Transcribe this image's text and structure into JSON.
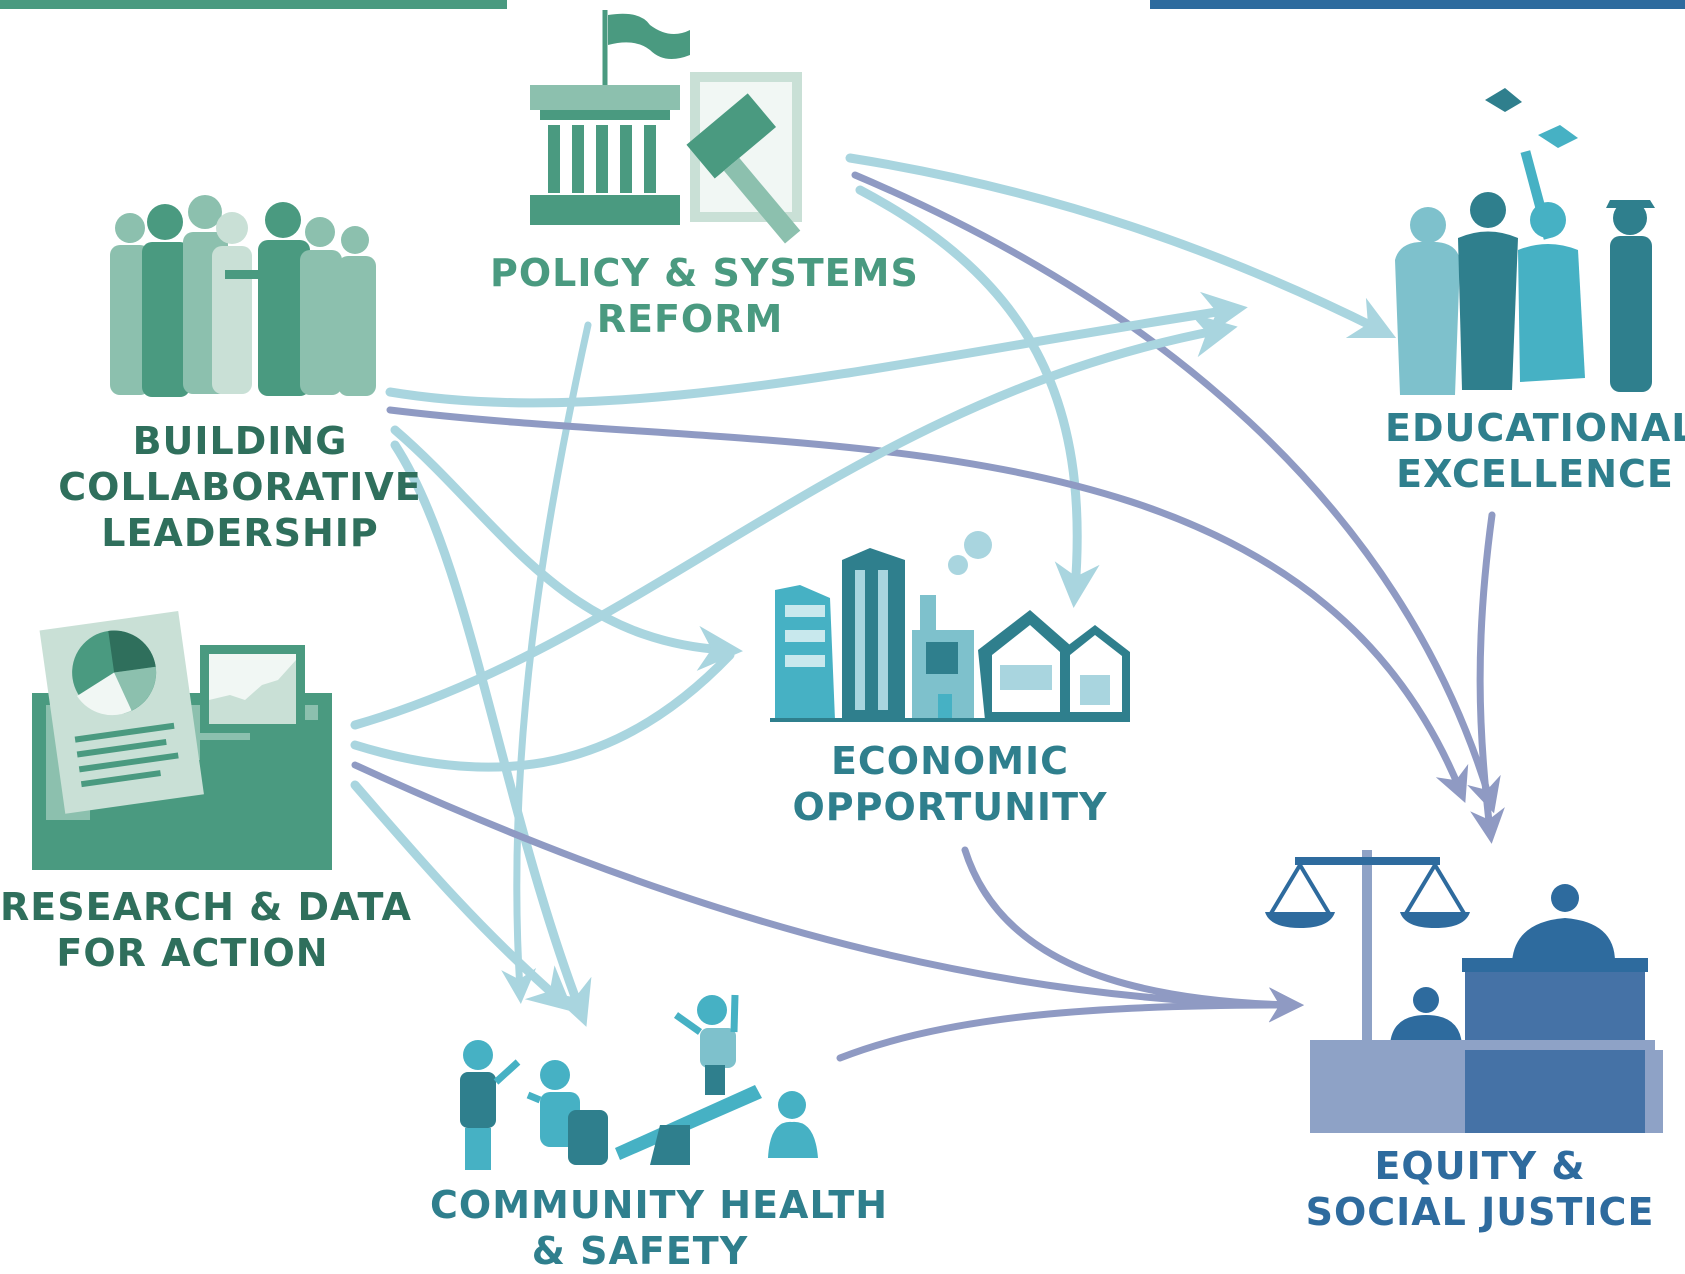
{
  "colors": {
    "input_green": "#4a9a80",
    "input_green_light": "#8cc0ae",
    "input_green_pale": "#c9e0d6",
    "outcome_teal": "#2f7f8d",
    "outcome_teal_light": "#46b1c4",
    "justice_blue": "#2e6b9e",
    "justice_blue_light": "#8ea2c6",
    "arrow_light": "#a9d5df",
    "arrow_purple": "#8f9ac3",
    "top_bar_left": "#4a9a80",
    "top_bar_right": "#2e6b9e"
  },
  "nodes": {
    "policy": {
      "label_line1": "POLICY & SYSTEMS",
      "label_line2": "REFORM",
      "icon": "capitol-gavel-icon"
    },
    "leadership": {
      "label_line1": "BUILDING",
      "label_line2": "COLLABORATIVE",
      "label_line3": "LEADERSHIP",
      "icon": "people-group-icon"
    },
    "research": {
      "label_line1": "RESEARCH & DATA",
      "label_line2": "FOR ACTION",
      "icon": "report-chart-icon"
    },
    "education": {
      "label_line1": "EDUCATIONAL",
      "label_line2": "EXCELLENCE",
      "icon": "graduates-icon"
    },
    "economic": {
      "label_line1": "ECONOMIC",
      "label_line2": "OPPORTUNITY",
      "icon": "city-buildings-icon"
    },
    "health": {
      "label_line1": "COMMUNITY HEALTH",
      "label_line2": "& SAFETY",
      "icon": "playground-kids-icon"
    },
    "justice": {
      "label_line1": "EQUITY &",
      "label_line2": "SOCIAL JUSTICE",
      "icon": "scales-courtroom-icon"
    }
  }
}
